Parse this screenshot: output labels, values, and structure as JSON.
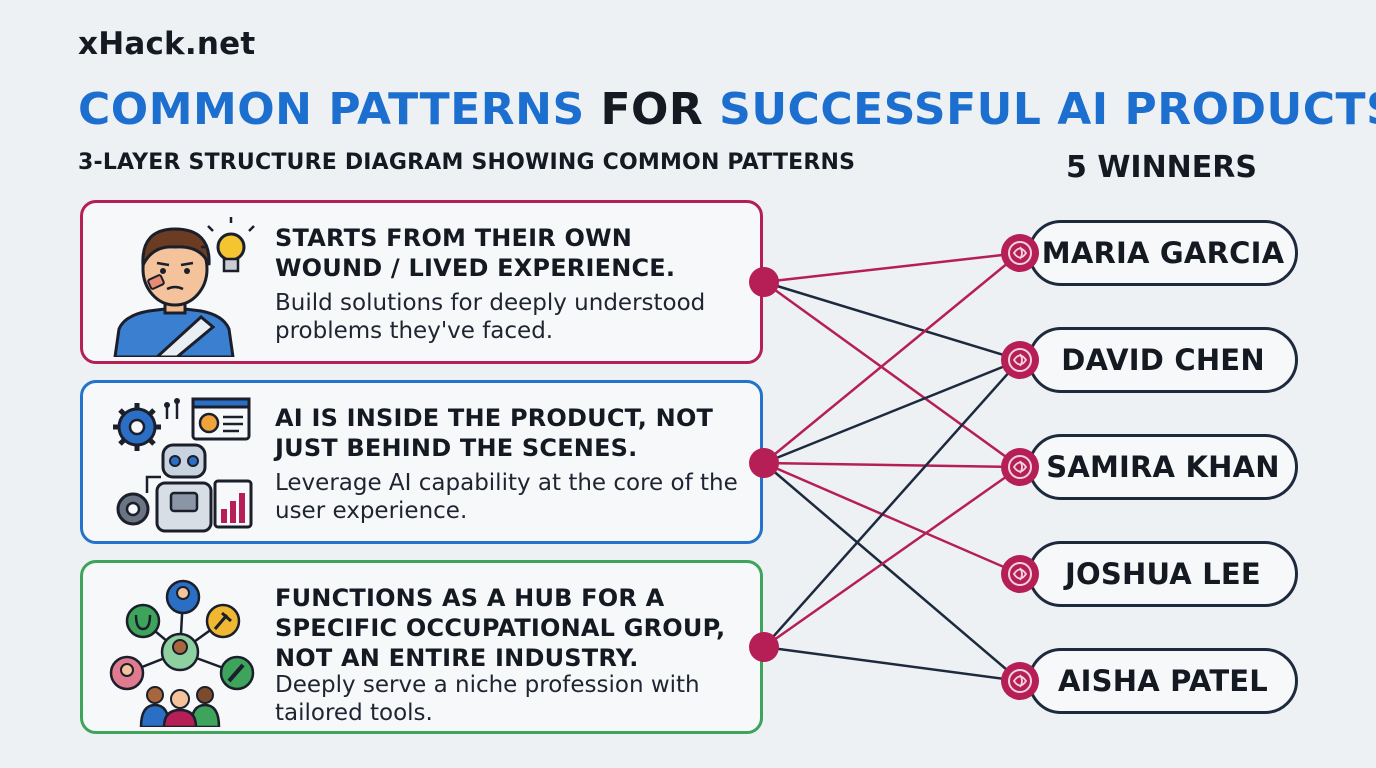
{
  "brand": "xHack.net",
  "title": {
    "part1": "COMMON PATTERNS",
    "part2": " FOR ",
    "part3": "SUCCESSFUL AI PRODUCTS"
  },
  "subtitle": "3-LAYER STRUCTURE DIAGRAM SHOWING COMMON PATTERNS",
  "winners_heading": "5 WINNERS",
  "patterns": [
    {
      "heading": "STARTS FROM THEIR OWN WOUND / LIVED EXPERIENCE.",
      "description": "Build solutions for deeply understood problems they've faced.",
      "icon": "person-with-lightbulb-icon",
      "color": "#b51f55"
    },
    {
      "heading": "AI IS INSIDE THE PRODUCT, NOT JUST BEHIND THE SCENES.",
      "description": "Leverage AI capability at the core of the user experience.",
      "icon": "robot-gears-dashboard-icon",
      "color": "#2273c9"
    },
    {
      "heading": "FUNCTIONS AS A HUB FOR A SPECIFIC OCCUPATIONAL GROUP, NOT AN ENTIRE INDUSTRY.",
      "description": "Deeply serve a niche profession with tailored tools.",
      "icon": "profession-network-icon",
      "color": "#3ea35b"
    }
  ],
  "winners": [
    {
      "name": "MARIA GARCIA",
      "icon": "rose-icon"
    },
    {
      "name": "DAVID CHEN",
      "icon": "rose-icon"
    },
    {
      "name": "SAMIRA KHAN",
      "icon": "rose-icon"
    },
    {
      "name": "JOSHUA LEE",
      "icon": "rose-icon"
    },
    {
      "name": "AISHA PATEL",
      "icon": "rose-icon"
    }
  ],
  "connections": [
    {
      "pattern": 0,
      "winner": 0,
      "color": "#b51f55"
    },
    {
      "pattern": 0,
      "winner": 1,
      "color": "#1d2a3d"
    },
    {
      "pattern": 0,
      "winner": 2,
      "color": "#b51f55"
    },
    {
      "pattern": 1,
      "winner": 0,
      "color": "#b51f55"
    },
    {
      "pattern": 1,
      "winner": 1,
      "color": "#1d2a3d"
    },
    {
      "pattern": 1,
      "winner": 2,
      "color": "#b51f55"
    },
    {
      "pattern": 1,
      "winner": 3,
      "color": "#b51f55"
    },
    {
      "pattern": 1,
      "winner": 4,
      "color": "#1d2a3d"
    },
    {
      "pattern": 2,
      "winner": 1,
      "color": "#1d2a3d"
    },
    {
      "pattern": 2,
      "winner": 2,
      "color": "#b51f55"
    },
    {
      "pattern": 2,
      "winner": 4,
      "color": "#1d2a3d"
    }
  ],
  "colors": {
    "accent_blue": "#1c6fcf",
    "crimson": "#b51f55",
    "navy": "#1d2a3d",
    "green": "#3ea35b",
    "background": "#eef1f4"
  }
}
